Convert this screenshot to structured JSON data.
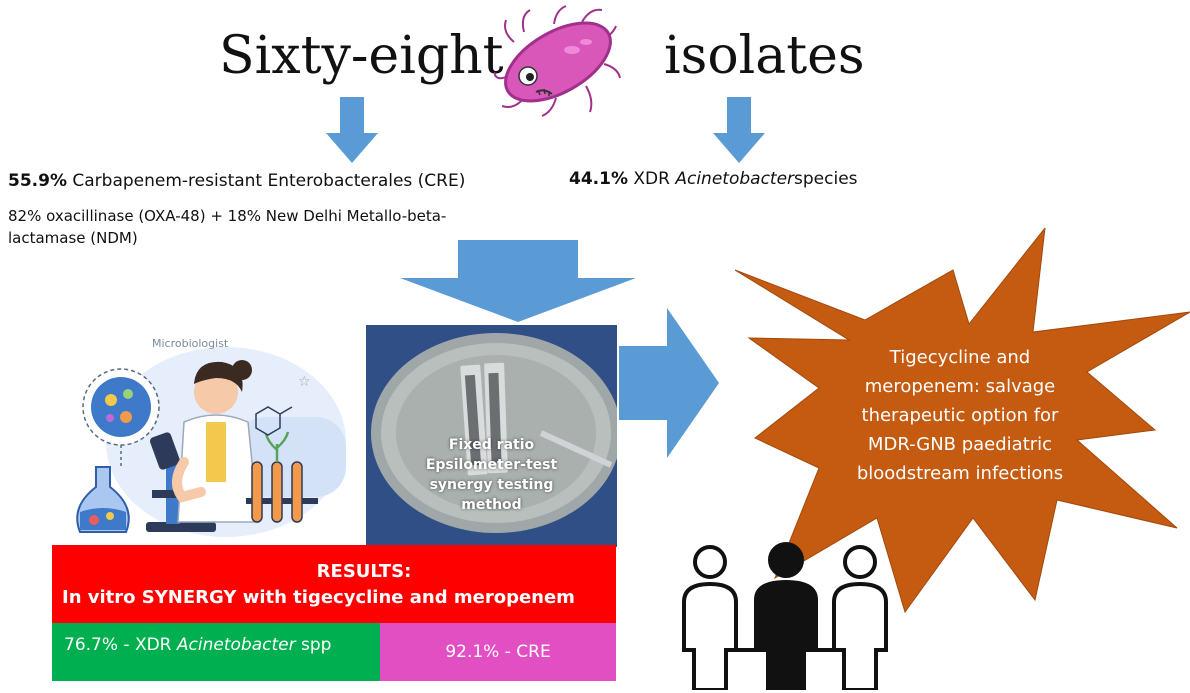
{
  "title": {
    "left": "Sixty-eight",
    "right": "isolates"
  },
  "cre": {
    "percent": "55.9%",
    "label": "Carbapenem-resistant Enterobacterales (CRE)",
    "detail_line1": "82% oxacillinase (OXA-48) + 18% New Delhi Metallo-beta-",
    "detail_line2": "lactamase (NDM)"
  },
  "xdr": {
    "percent": "44.1%",
    "prefix": "XDR",
    "genus": "Acinetobacter",
    "suffix": "species"
  },
  "microbiologist_label": "Microbiologist",
  "method": {
    "line1": "Fixed ratio",
    "line2": "Epsilometer-test",
    "line3": "synergy testing",
    "line4": "method"
  },
  "results": {
    "heading": "RESULTS:",
    "line": "In vitro SYNERGY with tigecycline and meropenem",
    "xdr_prefix": "76.7% - XDR",
    "xdr_genus": "Acinetobacter",
    "xdr_suffix": "spp",
    "cre": "92.1% - CRE"
  },
  "conclusion": {
    "line1": "Tigecycline and",
    "line2": "meropenem: salvage",
    "line3": "therapeutic option for",
    "line4": "MDR-GNB paediatric",
    "line5": "bloodstream infections"
  },
  "colors": {
    "arrow": "#5b9bd5",
    "star": "#c55a11",
    "results_red": "#ff0000",
    "xdr_green": "#00b050",
    "cre_pink": "#e14fc3",
    "bacterium": "#d957b9"
  },
  "icons": [
    "bacterium-icon",
    "microbiologist-illustration",
    "petri-dish-photo",
    "people-icon"
  ]
}
